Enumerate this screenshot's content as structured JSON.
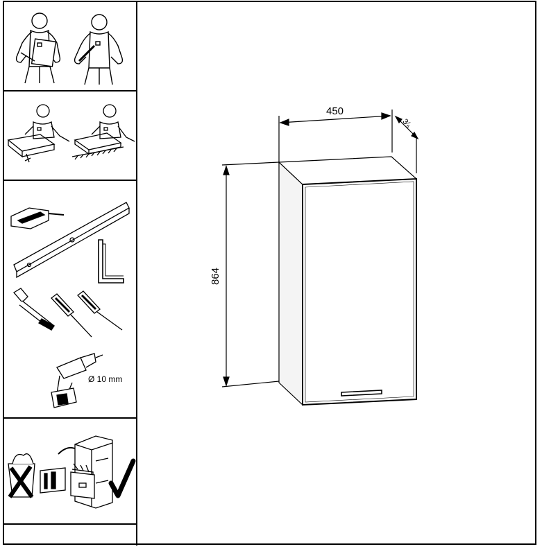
{
  "header": {
    "doc_code": ""
  },
  "tools": {
    "drill_bit_label": "Ø 10 mm"
  },
  "cabinet": {
    "width_label": "450",
    "height_label": "864",
    "depth_label": "3⁄₆"
  }
}
